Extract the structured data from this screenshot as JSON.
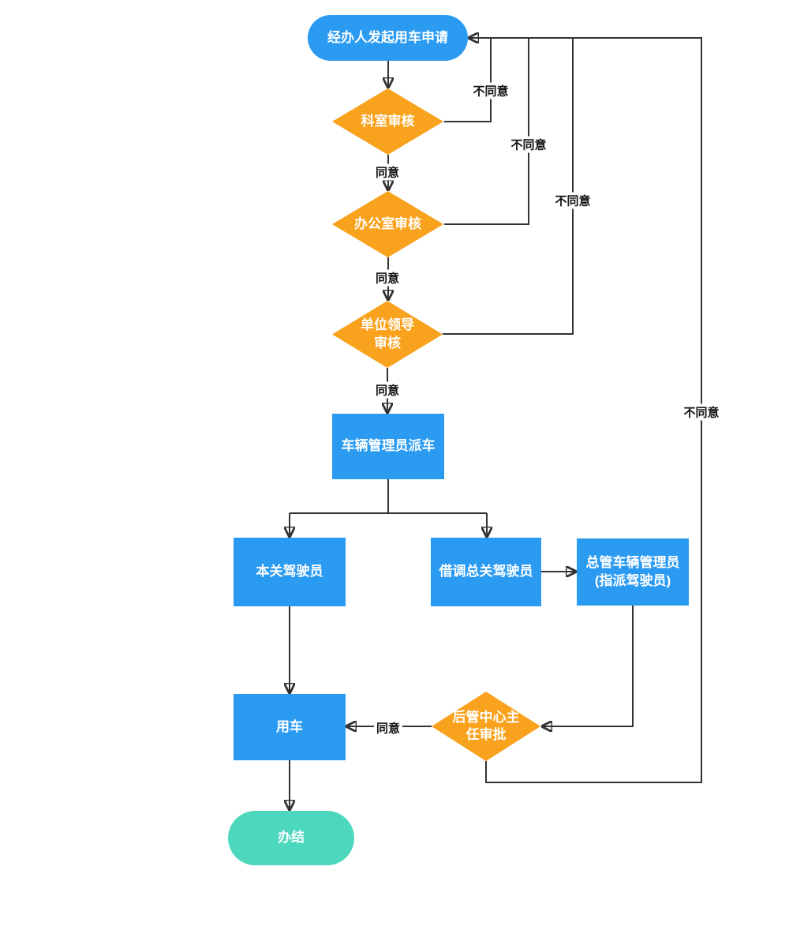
{
  "colors": {
    "process_blue": "#2B9BF2",
    "decision_orange": "#F9A21D",
    "end_teal": "#4DD8BE",
    "connector": "#333333"
  },
  "nodes": {
    "start": {
      "label": "经办人发起用车申请",
      "type": "start"
    },
    "dept_review": {
      "label": "科室审核",
      "type": "decision"
    },
    "office_review": {
      "label": "办公室审核",
      "type": "decision"
    },
    "leader_review": {
      "label": "单位领导\n审核",
      "type": "decision"
    },
    "dispatch": {
      "label": "车辆管理员派车",
      "type": "process"
    },
    "local_driver": {
      "label": "本关驾驶员",
      "type": "process"
    },
    "borrowed_driver": {
      "label": "借调总关驾驶员",
      "type": "process"
    },
    "hq_vehicle_admin": {
      "label": "总管车辆管理员\n(指派驾驶员)",
      "type": "process"
    },
    "director_approval": {
      "label": "后管中心主\n任审批",
      "type": "decision"
    },
    "use_vehicle": {
      "label": "用车",
      "type": "process"
    },
    "end": {
      "label": "办结",
      "type": "end"
    }
  },
  "edge_labels": {
    "agree": "同意",
    "disagree": "不同意"
  }
}
